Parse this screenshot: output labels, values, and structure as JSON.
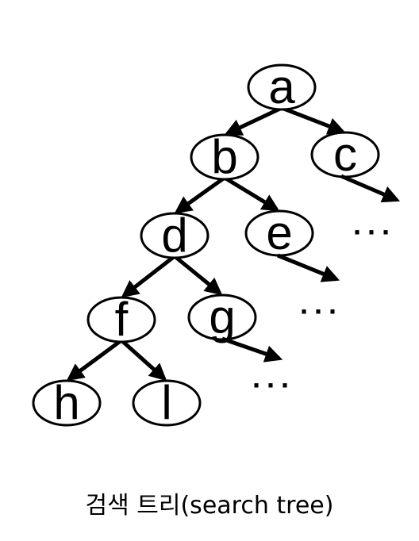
{
  "diagram": {
    "nodes": [
      {
        "id": "a",
        "label": "a"
      },
      {
        "id": "b",
        "label": "b"
      },
      {
        "id": "c",
        "label": "c"
      },
      {
        "id": "d",
        "label": "d"
      },
      {
        "id": "e",
        "label": "e"
      },
      {
        "id": "f",
        "label": "f"
      },
      {
        "id": "g",
        "label": "g"
      },
      {
        "id": "h",
        "label": "h"
      },
      {
        "id": "i",
        "label": "l"
      }
    ],
    "edges": [
      {
        "from": "a",
        "to": "b"
      },
      {
        "from": "a",
        "to": "c"
      },
      {
        "from": "b",
        "to": "d"
      },
      {
        "from": "b",
        "to": "e"
      },
      {
        "from": "d",
        "to": "f"
      },
      {
        "from": "d",
        "to": "g"
      },
      {
        "from": "f",
        "to": "h"
      },
      {
        "from": "f",
        "to": "i"
      }
    ],
    "continuations": [
      {
        "from": "c",
        "label": "···"
      },
      {
        "from": "e",
        "label": "···"
      },
      {
        "from": "g",
        "label": "···"
      }
    ]
  },
  "caption": "검색 트리(search tree)"
}
